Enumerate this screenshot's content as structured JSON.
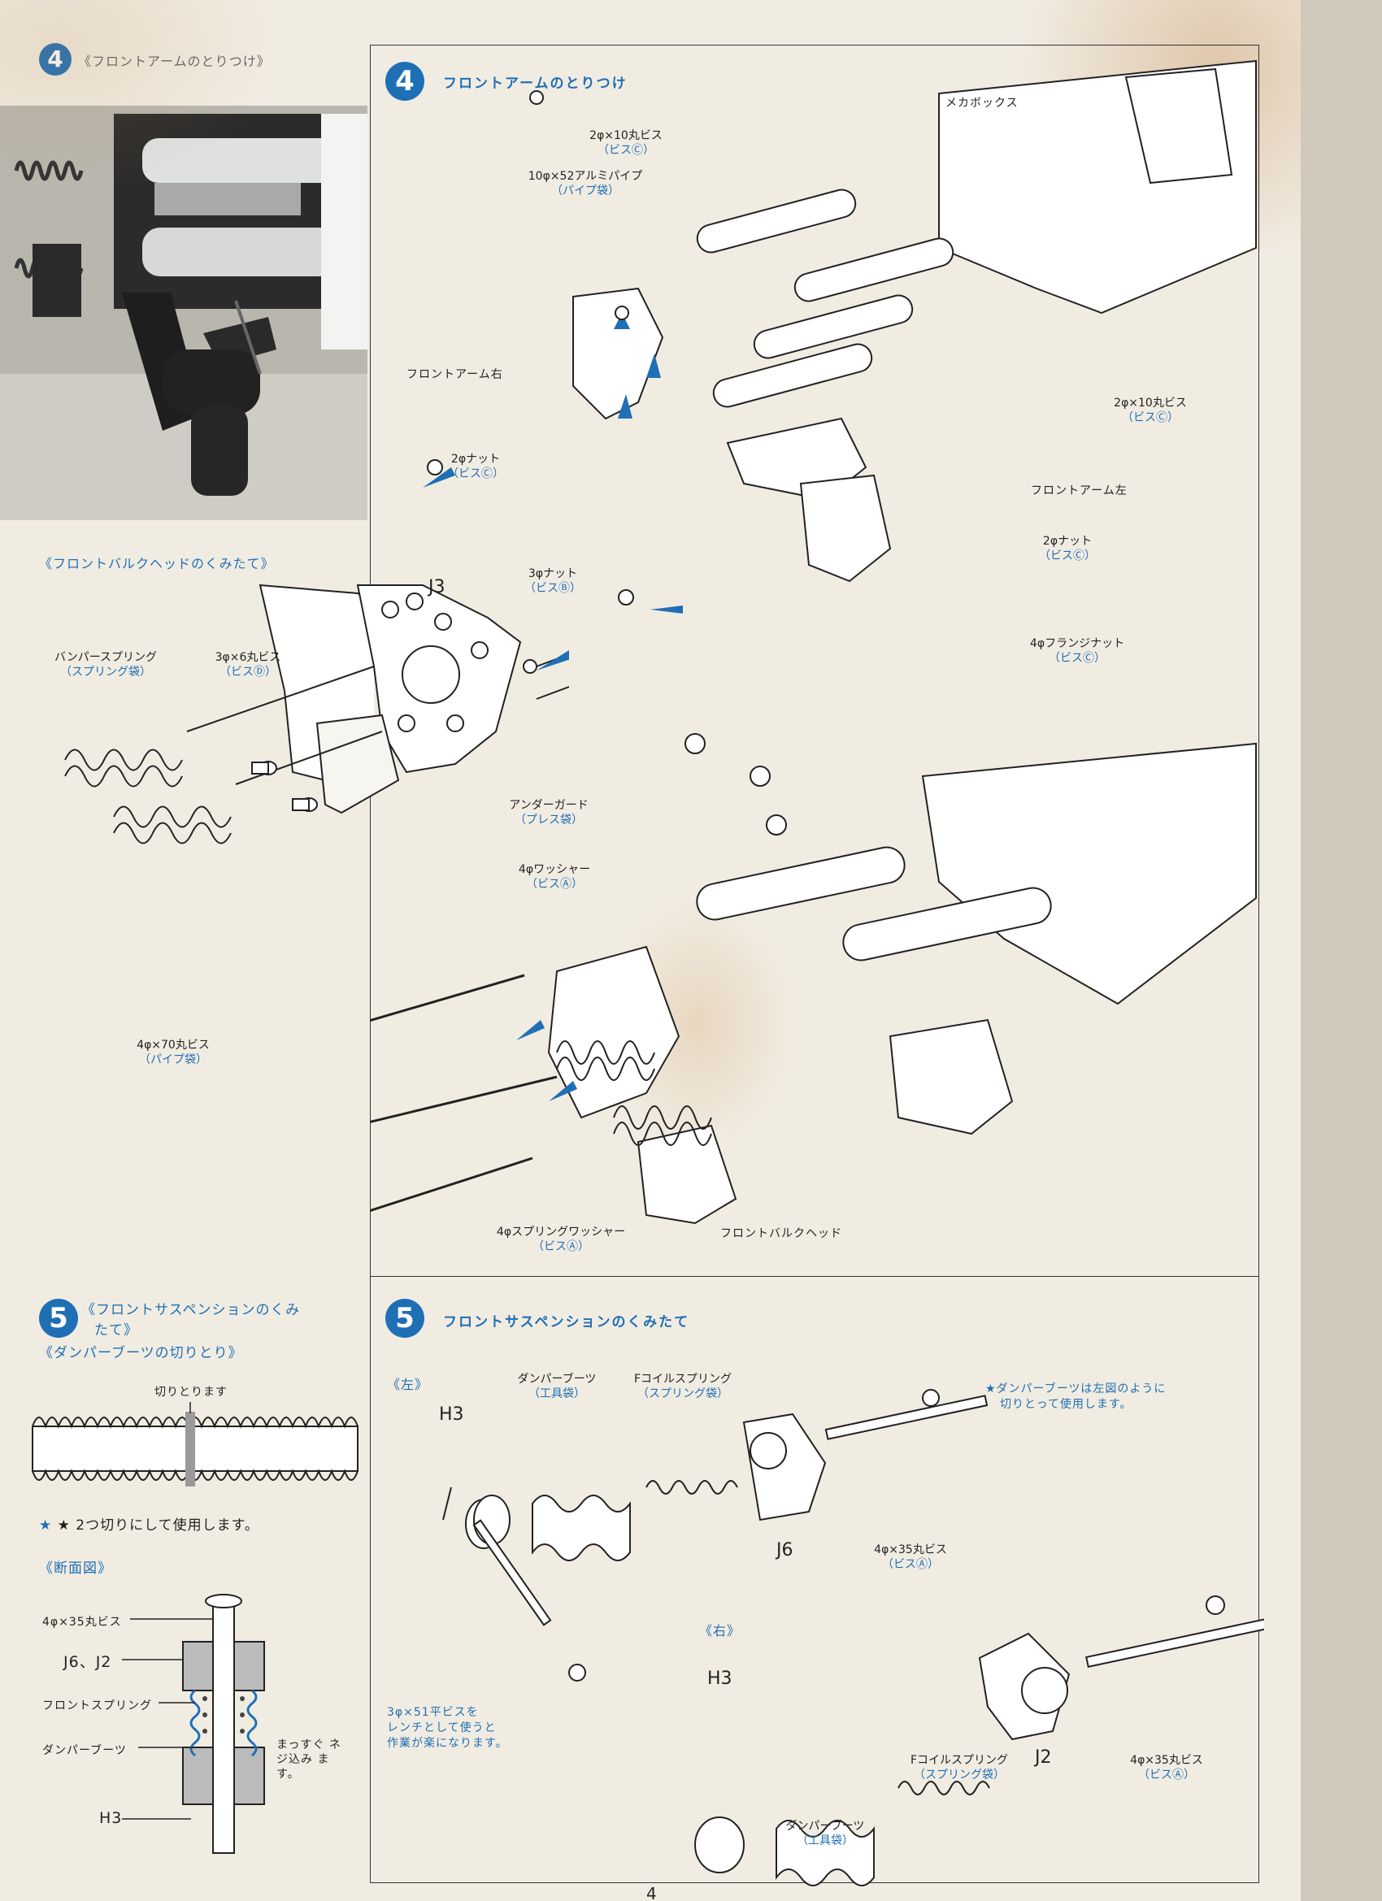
{
  "page_number": "4",
  "left": {
    "step4_number": "4",
    "step4_title": "《フロントアームのとりつけ》",
    "bulkhead_title": "《フロントバルクヘッドのくみたて》",
    "j3": "J3",
    "bumper_spring": "バンパースプリング",
    "bumper_spring_bag": "（スプリング袋）",
    "screw_3x6": "3φ×6丸ビス",
    "screw_3x6_bag": "（ビスⒹ）",
    "nut_3": "3φナット",
    "nut_3_bag": "（ビスⒷ）",
    "under_guard": "アンダーガード",
    "under_guard_bag": "（プレス袋）",
    "step5_number": "5",
    "step5_title_1": "《フロントサスペンションのくみ",
    "step5_title_2": "たて》",
    "boot_cut_title": "《ダンパーブーツの切りとり》",
    "cut_here": "切りとります",
    "cut_note": "★ 2つ切りにして使用します。",
    "section_title": "《断面図》",
    "sec_screw": "4φ×35丸ビス",
    "sec_j6j2": "J6、J2",
    "sec_spring": "フロントスプリング",
    "sec_boot": "ダンパーブーツ",
    "sec_straight": "まっすぐ ネジ込み ます。",
    "sec_h3": "H3"
  },
  "step4": {
    "number": "4",
    "title": "フロントアームのとりつけ",
    "mecha_box": "メカボックス",
    "screw_2x10_a": "2φ×10丸ビス",
    "screw_2x10_a_bag": "（ビスⒸ）",
    "pipe": "10φ×52アルミパイプ",
    "pipe_bag": "（パイプ袋）",
    "arm_right": "フロントアーム右",
    "screw_2x10_b": "2φ×10丸ビス",
    "screw_2x10_b_bag": "（ビスⒸ）",
    "nut_2_a": "2φナット",
    "nut_2_a_bag": "（ビスⒸ）",
    "arm_left": "フロントアーム左",
    "nut_2_b": "2φナット",
    "nut_2_b_bag": "（ビスⒸ）",
    "flange_nut": "4φフランジナット",
    "flange_nut_bag": "（ビスⒸ）",
    "washer": "4φワッシャー",
    "washer_bag": "（ビスⒶ）",
    "screw_4x70": "4φ×70丸ビス",
    "screw_4x70_bag": "（パイプ袋）",
    "spring_washer": "4φスプリングワッシャー",
    "spring_washer_bag": "（ビスⒶ）",
    "bulkhead": "フロントバルクヘッド"
  },
  "step5": {
    "number": "5",
    "title": "フロントサスペンションのくみたて",
    "left_label": "《左》",
    "right_label": "《右》",
    "h3_left": "H3",
    "h3_right": "H3",
    "boot_l": "ダンパーブーツ",
    "boot_l_bag": "（工具袋）",
    "fspring_l": "Fコイルスプリング",
    "fspring_l_bag": "（スプリング袋）",
    "note": "★ダンパーブーツは左図のように",
    "note_2": "切りとって使用します。",
    "j6": "J6",
    "screw_4x35_l": "4φ×35丸ビス",
    "screw_4x35_l_bag": "（ビスⒶ）",
    "tip_1": "3φ×51平ビスを",
    "tip_2": "レンチとして使うと",
    "tip_3": "作業が楽になります。",
    "fspring_r": "Fコイルスプリング",
    "fspring_r_bag": "（スプリング袋）",
    "j2": "J2",
    "screw_4x35_r": "4φ×35丸ビス",
    "screw_4x35_r_bag": "（ビスⒶ）",
    "boot_r": "ダンパーブーツ",
    "boot_r_bag": "（工具袋）"
  }
}
